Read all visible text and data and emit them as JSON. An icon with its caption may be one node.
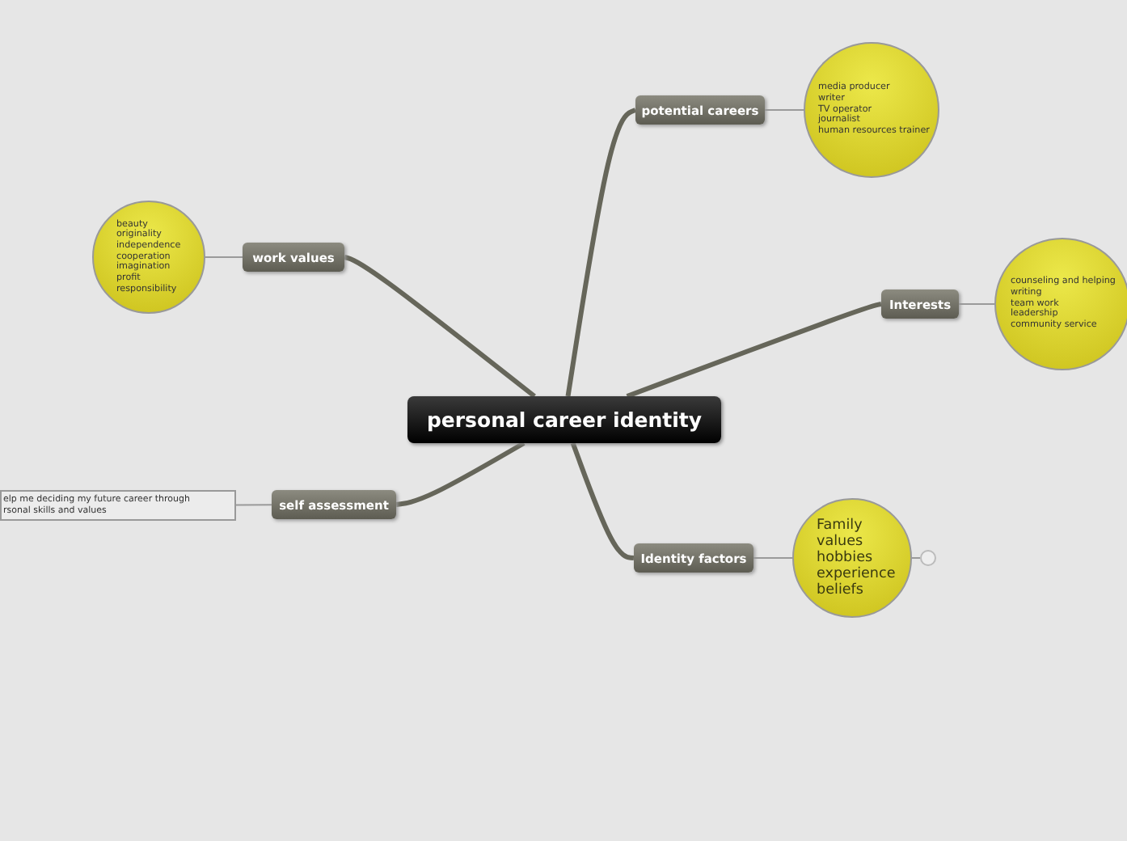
{
  "diagram": {
    "nodes": [
      {
        "text": [
          "personal career identity"
        ]
      },
      {
        "text": [
          "potential careers"
        ]
      },
      {
        "text": [
          "media producer",
          "writer",
          "TV operator",
          "journalist",
          "human resources trainer"
        ]
      },
      {
        "text": [
          "work values"
        ]
      },
      {
        "text": [
          "beauty",
          "originality",
          "independence",
          "cooperation",
          "imagination",
          "profit",
          "responsibility"
        ]
      },
      {
        "text": [
          "Interests"
        ]
      },
      {
        "text": [
          "counseling and helping",
          "writing",
          "team work",
          "leadership",
          "community service"
        ]
      },
      {
        "text": [
          "self assessment"
        ]
      },
      {
        "text": [
          "elp me deciding my future career through rsonal skills and values"
        ]
      },
      {
        "text": [
          "Identity factors"
        ]
      },
      {
        "text": [
          "Family",
          "values",
          "hobbies",
          "experience",
          "beliefs"
        ]
      },
      {
        "text": [],
        "shape": "circle"
      }
    ],
    "edges": [
      {
        "from": 0,
        "to": 1,
        "arrow": "none",
        "style": "thick"
      },
      {
        "from": 1,
        "to": 2,
        "arrow": "none"
      },
      {
        "from": 0,
        "to": 3,
        "arrow": "none",
        "style": "thick"
      },
      {
        "from": 3,
        "to": 4,
        "arrow": "none"
      },
      {
        "from": 0,
        "to": 5,
        "arrow": "none",
        "style": "thick"
      },
      {
        "from": 5,
        "to": 6,
        "arrow": "none"
      },
      {
        "from": 0,
        "to": 7,
        "arrow": "none",
        "style": "thick"
      },
      {
        "from": 7,
        "to": 8,
        "arrow": "none"
      },
      {
        "from": 0,
        "to": 9,
        "arrow": "none",
        "style": "thick"
      },
      {
        "from": 9,
        "to": 10,
        "arrow": "none"
      },
      {
        "from": 10,
        "to": 11,
        "arrow": "none"
      }
    ]
  }
}
